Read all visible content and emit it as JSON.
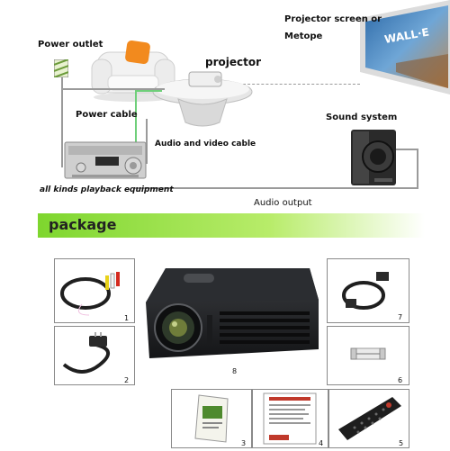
{
  "diagram": {
    "labels": {
      "power_outlet": "Power outlet",
      "projector": "projector",
      "projector_screen": "Projector screen or",
      "metope": "Metope",
      "power_cable": "Power cable",
      "av_cable": "Audio and video cable",
      "sound_system": "Sound system",
      "playback_equipment": "all kinds playback equipment",
      "audio_output": "Audio output"
    },
    "screen_text": "WALL·E"
  },
  "package": {
    "title": "package",
    "items": [
      {
        "number": "1"
      },
      {
        "number": "2"
      },
      {
        "number": "3"
      },
      {
        "number": "4"
      },
      {
        "number": "5"
      },
      {
        "number": "6"
      },
      {
        "number": "7"
      },
      {
        "number": "8"
      }
    ]
  },
  "colors": {
    "accent_green": "#7ed62e",
    "line_grey": "#9a9a9a",
    "cable_green": "#6fcf7a",
    "projector_black": "#1e1f22"
  }
}
